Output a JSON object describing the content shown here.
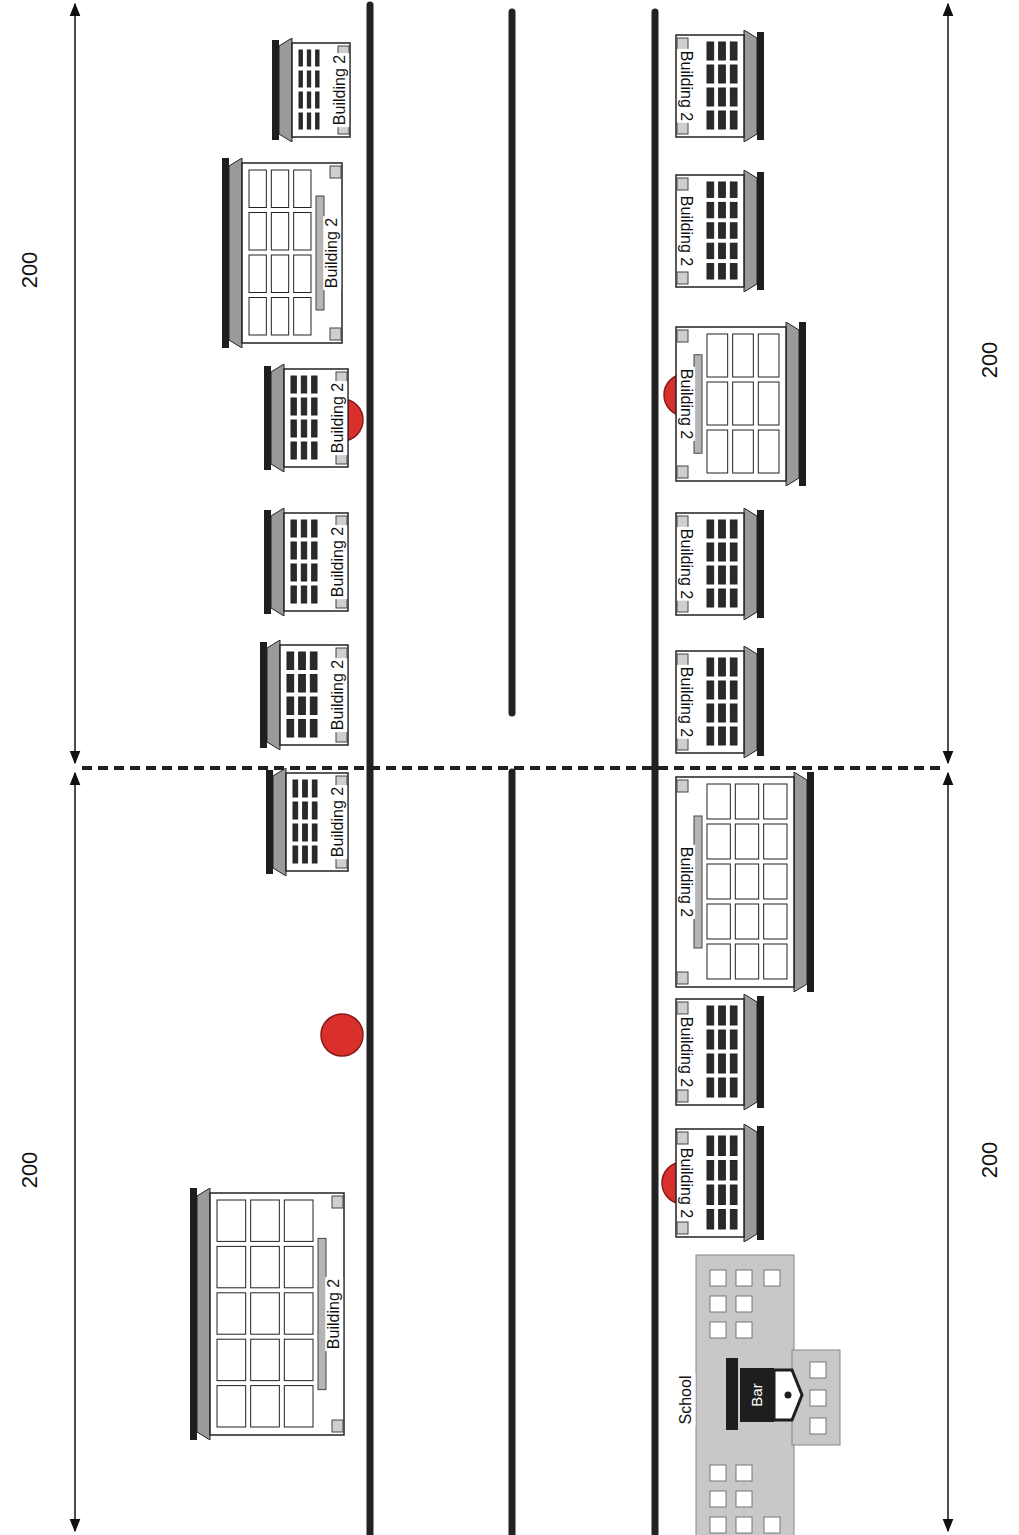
{
  "diagram": {
    "nodes": [
      {
        "text": [
          "Building 2"
        ]
      },
      {
        "text": [
          "Building 2"
        ]
      },
      {
        "text": [
          "Building 2"
        ]
      },
      {
        "text": [
          "Building 2"
        ]
      },
      {
        "text": [
          "Building 2"
        ]
      },
      {
        "text": [
          "Building 2"
        ]
      },
      {
        "text": [
          "Building 2"
        ]
      },
      {
        "text": [
          "Building 2"
        ]
      },
      {
        "text": [
          "Building 2"
        ]
      },
      {
        "text": [
          "Building 2"
        ]
      },
      {
        "text": [
          "Building 2"
        ]
      },
      {
        "text": [
          "Building 2"
        ]
      },
      {
        "text": [
          "Building 2"
        ]
      },
      {
        "text": [
          "Building 2"
        ]
      },
      {
        "text": [
          "Building 2"
        ]
      },
      {
        "text": [
          "School",
          "Bar"
        ]
      }
    ],
    "labels": [
      "200",
      "200",
      "200",
      "200"
    ]
  }
}
